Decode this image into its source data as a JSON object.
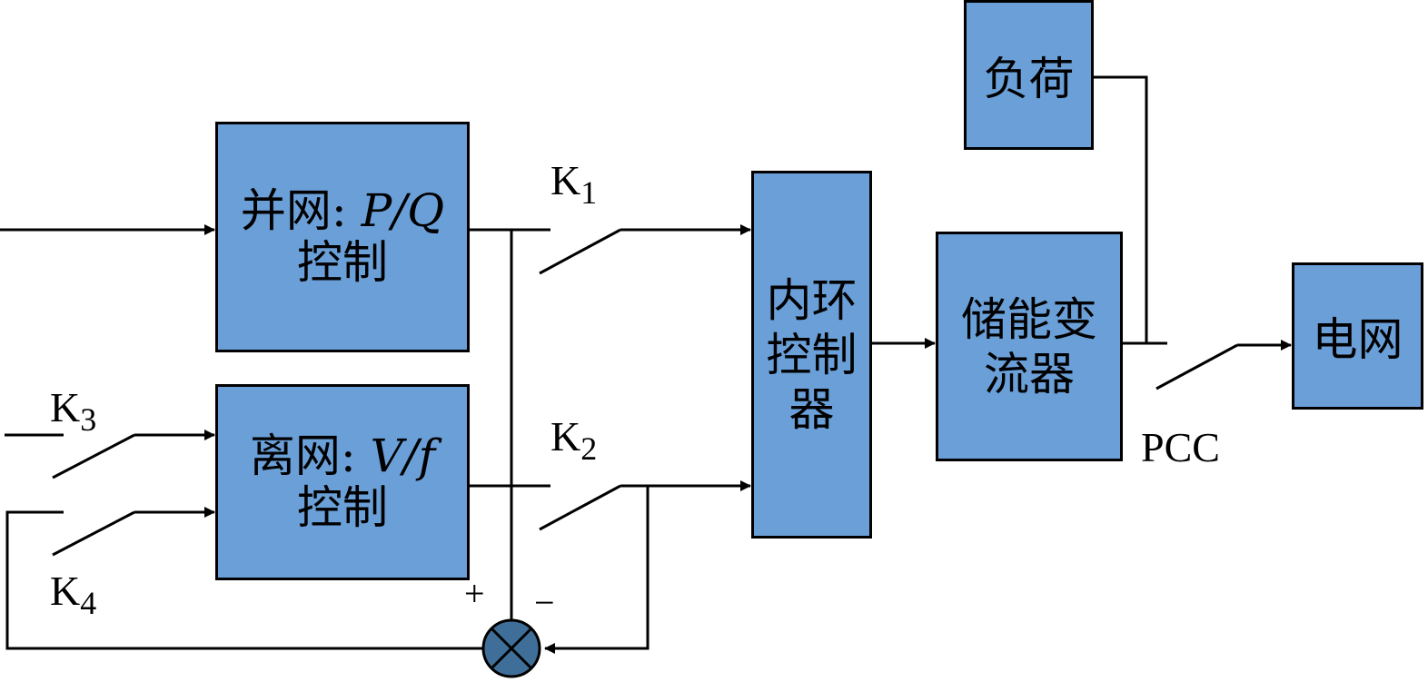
{
  "colors": {
    "block_fill": "#6a9fd8",
    "summer_fill": "#3f6f99",
    "line": "#000000"
  },
  "blocks": {
    "pq": {
      "line1_prefix": "并网",
      "line1_colon": ":",
      "line1_var": "P/Q",
      "line2": "控制"
    },
    "vf": {
      "line1_prefix": "离网",
      "line1_colon": ":",
      "line1_var": "V/f",
      "line2": "控制"
    },
    "inner": {
      "line1": "内环",
      "line2": "控制",
      "line3": "器"
    },
    "converter": {
      "line1": "储能变",
      "line2": "流器"
    },
    "load": {
      "text": "负荷"
    },
    "grid": {
      "text": "电网"
    }
  },
  "switches": {
    "k1": {
      "base": "K",
      "sub": "1"
    },
    "k2": {
      "base": "K",
      "sub": "2"
    },
    "k3": {
      "base": "K",
      "sub": "3"
    },
    "k4": {
      "base": "K",
      "sub": "4"
    },
    "pcc": {
      "text": "PCC"
    }
  },
  "summer": {
    "plus": "+",
    "minus": "−"
  }
}
